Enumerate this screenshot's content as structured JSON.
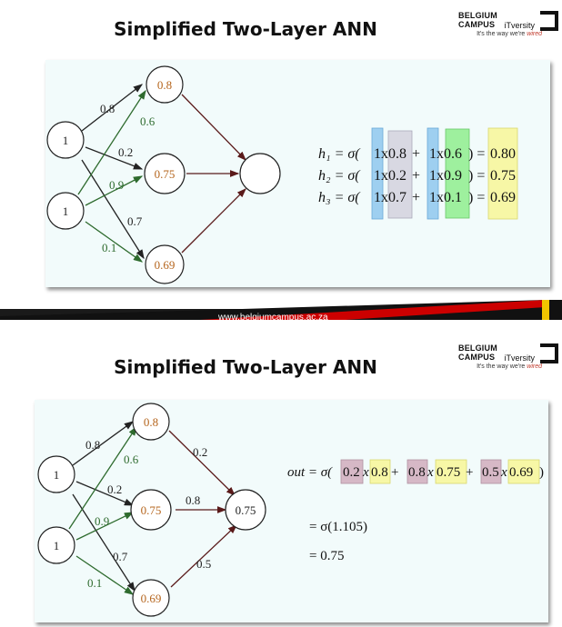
{
  "slide1": {
    "title": "Simplified Two-Layer ANN",
    "logo": {
      "brand": "BELGIUM CAMPUS",
      "sub": "iTversity",
      "tag_prefix": "It's the way we're ",
      "tag_word": "wired"
    },
    "inputs": [
      "1",
      "1"
    ],
    "hidden": [
      "0.8",
      "0.75",
      "0.69"
    ],
    "output": "",
    "weights": {
      "w11": "0.8",
      "w12": "0.2",
      "w13": "0.7",
      "w21": "0.6",
      "w22": "0.9",
      "w23": "0.1"
    },
    "equations": [
      {
        "lhs": "h₁ = σ(",
        "a": "1",
        "x1": "x0.8",
        "plus": " + ",
        "b": "1",
        "x2": "x0.6",
        "close": ") = ",
        "result": "0.80"
      },
      {
        "lhs": "h₂ = σ(",
        "a": "1",
        "x1": "x0.2",
        "plus": " + ",
        "b": "1",
        "x2": "x0.9",
        "close": ") = ",
        "result": "0.75"
      },
      {
        "lhs": "h₃ = σ(",
        "a": "1",
        "x1": "x0.7",
        "plus": " + ",
        "b": "1",
        "x2": "x0.1",
        "close": ") = ",
        "result": "0.69"
      }
    ],
    "footer": "www.belgiumcampus.ac.za"
  },
  "slide2": {
    "title": "Simplified Two-Layer ANN",
    "logo": {
      "brand": "BELGIUM CAMPUS",
      "sub": "iTversity",
      "tag_prefix": "It's the way we're ",
      "tag_word": "wired"
    },
    "inputs": [
      "1",
      "1"
    ],
    "hidden": [
      "0.8",
      "0.75",
      "0.69"
    ],
    "output": "0.75",
    "weights": {
      "w11": "0.8",
      "w12": "0.2",
      "w13": "0.7",
      "w21": "0.6",
      "w22": "0.9",
      "w23": "0.1",
      "v1": "0.2",
      "v2": "0.8",
      "v3": "0.5"
    },
    "out_eq": {
      "lhs": "out = σ(",
      "t1a": "0.2",
      "t1b": "x",
      "t1c": "0.8",
      "p1": " + ",
      "t2a": "0.8",
      "t2b": "x",
      "t2c": "0.75",
      "p2": " + ",
      "t3a": "0.5",
      "t3b": "x",
      "t3c": "0.69",
      "close": ")"
    },
    "line2": "= σ(1.105)",
    "line3": "= 0.75"
  },
  "colors": {
    "orange": "#b5651d",
    "green": "#2e6b2e",
    "arrow_dark": "#5a1a1a",
    "blue_hl": "#9ecff0",
    "grey_hl": "#d8d8e2",
    "green_hl": "#9ef09e",
    "yellow_hl": "#f7f7a6",
    "pink_hl": "#d6b8c6"
  }
}
